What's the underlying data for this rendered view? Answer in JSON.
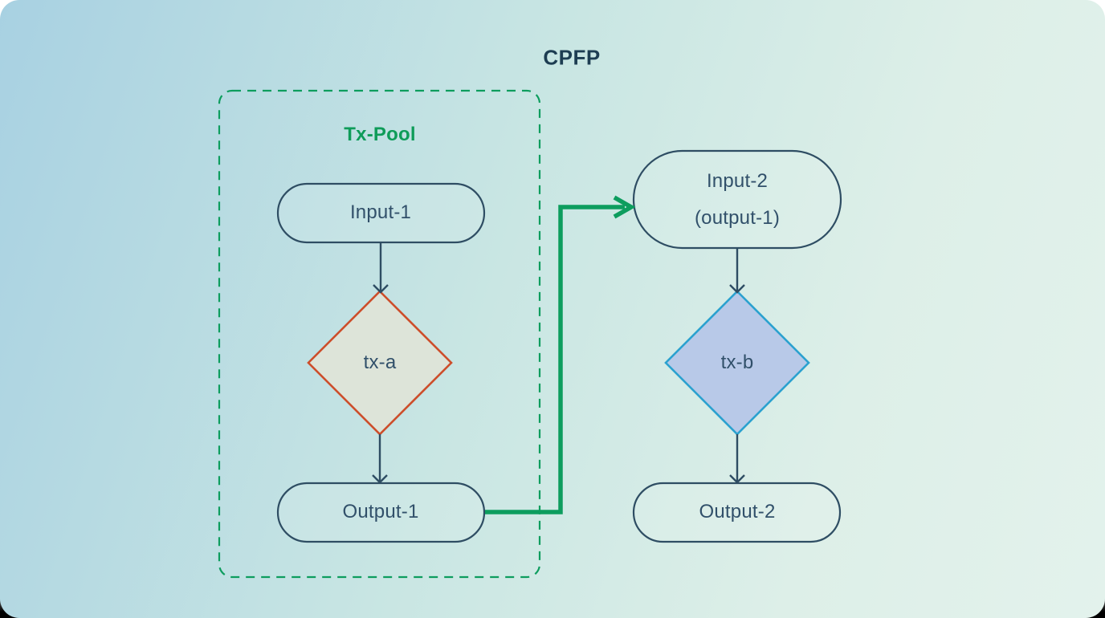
{
  "diagram": {
    "title": "CPFP",
    "pool": {
      "label": "Tx-Pool"
    },
    "nodes": {
      "input1": {
        "label": "Input-1",
        "shape": "pill"
      },
      "txa": {
        "label": "tx-a",
        "shape": "diamond"
      },
      "output1": {
        "label": "Output-1",
        "shape": "pill"
      },
      "input2": {
        "label": "Input-2",
        "sublabel": "(output-1)",
        "shape": "pill"
      },
      "txb": {
        "label": "tx-b",
        "shape": "diamond"
      },
      "output2": {
        "label": "Output-2",
        "shape": "pill"
      }
    },
    "colors": {
      "title_text": "#1d3d52",
      "node_text": "#31506a",
      "node_border": "#2e4d63",
      "arrow": "#2e4d63",
      "green": "#0d9d5e",
      "txa_border": "#cd4e2b",
      "txa_fill": "#dde4d9",
      "txb_border": "#2ba1cf",
      "txb_fill": "#b8c9e8",
      "bg_from": "#a8d1e2",
      "bg_to": "#e3f2ec"
    }
  }
}
